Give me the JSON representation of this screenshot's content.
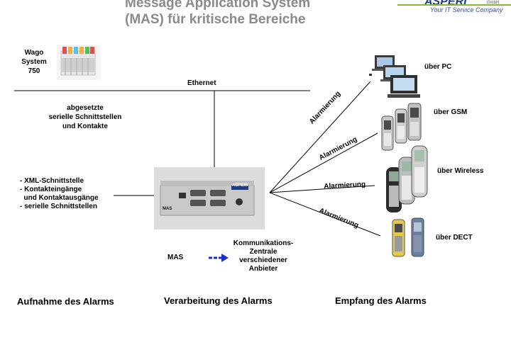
{
  "header": {
    "title_line1": "Message Application System",
    "title_line2": "(MAS) für kritische Bereiche",
    "logo_text": "ASPERI",
    "logo_gmbh": "GmbH",
    "tagline": "Your IT Service Company"
  },
  "left": {
    "wago_line1": "Wago",
    "wago_line2": "System",
    "wago_line3": "750",
    "interfaces_line1": "abgesetzte",
    "interfaces_line2": "serielle Schnittstellen",
    "interfaces_line3": "und Kontakte",
    "features": [
      "- XML-Schnittstelle",
      "- Kontakteingänge",
      "  und Kontaktausgänge",
      "- serielle Schnittstellen"
    ]
  },
  "network": {
    "ethernet_label": "Ethernet"
  },
  "device": {
    "brand": "ASPERI",
    "model": "MAS"
  },
  "legend": {
    "mas_label": "MAS",
    "arrow_color": "#1b2fc9",
    "center_line1": "Kommunikations-",
    "center_line2": "Zentrale",
    "center_line3": "verschiedener",
    "center_line4": "Anbieter"
  },
  "alarm_label": "Alarmierung",
  "targets": {
    "pc": "über PC",
    "gsm": "über GSM",
    "wireless": "über Wireless",
    "dect": "über DECT"
  },
  "sections": {
    "capture": "Aufnahme des Alarms",
    "processing": "Verarbeitung des Alarms",
    "reception": "Empfang des Alarms"
  }
}
